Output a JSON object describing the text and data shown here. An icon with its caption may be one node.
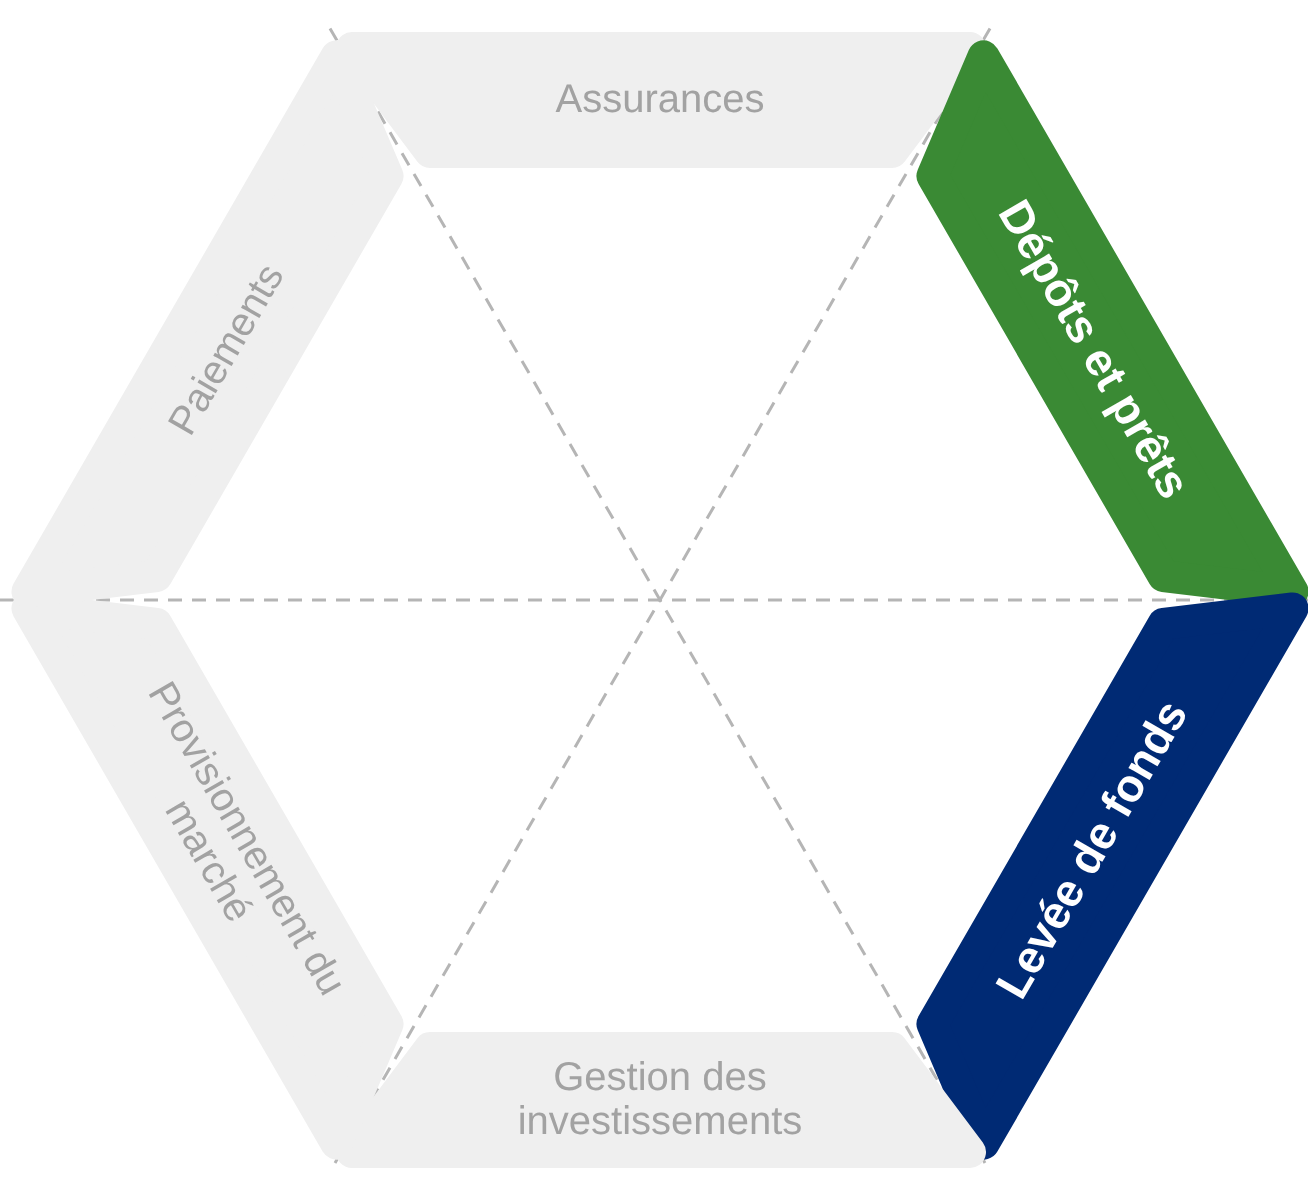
{
  "diagram": {
    "nodes": [
      {
        "text": [
          "Assurances"
        ]
      },
      {
        "text": [
          "Dépôts et prêts"
        ]
      },
      {
        "text": [
          "Levée de fonds"
        ]
      },
      {
        "text": [
          "Gestion des investissements"
        ]
      },
      {
        "text": [
          "Provisionnement du marché"
        ]
      },
      {
        "text": [
          "Paiements"
        ]
      }
    ]
  }
}
